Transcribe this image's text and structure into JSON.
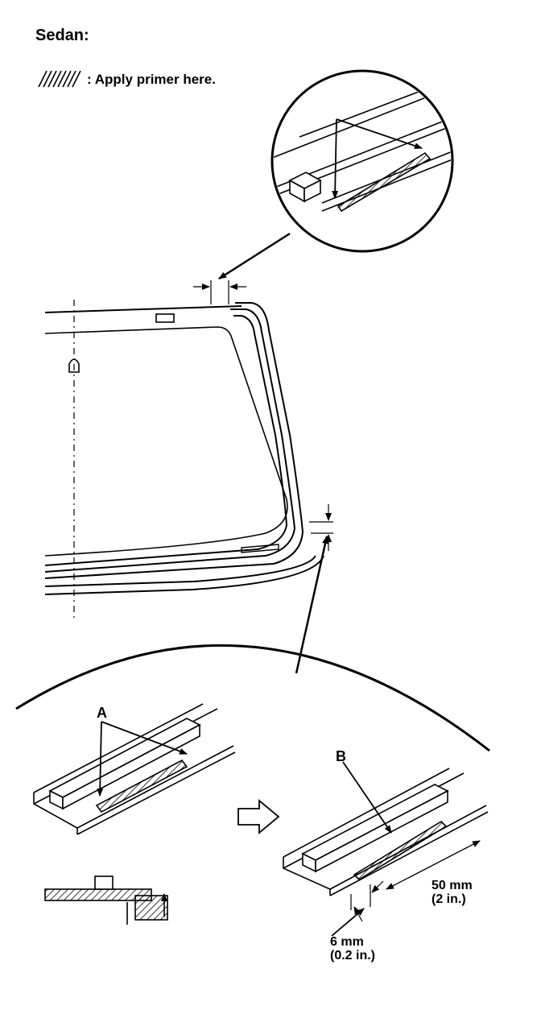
{
  "title": "Sedan:",
  "legend": {
    "text": ": Apply primer here.",
    "swatch_icon": "hatch-swatch-icon"
  },
  "labels": {
    "a_top": "A",
    "a_bottom": "A",
    "b": "B",
    "dim_50_mm": "50 mm",
    "dim_50_in": "(2 in.)",
    "dim_6_mm": "6 mm",
    "dim_6_in": "(0.2 in.)"
  }
}
